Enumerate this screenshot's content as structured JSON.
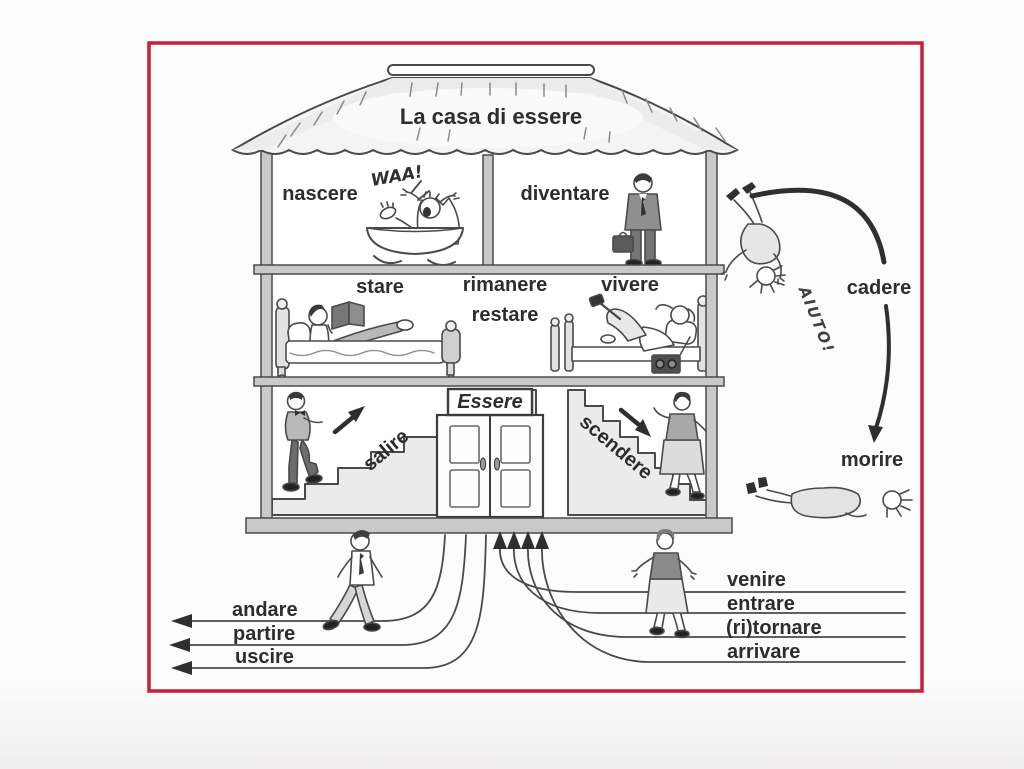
{
  "frame": {
    "border_color": "#c92039"
  },
  "house": {
    "title": "La casa di essere",
    "top_floor": {
      "left_verb": "nascere",
      "baby_cry": "WAA!",
      "right_verb": "diventare"
    },
    "middle_floor": {
      "left_verb": "stare",
      "center_verb_1": "rimanere",
      "center_verb_2": "restare",
      "right_verb": "vivere"
    },
    "ground_floor": {
      "up_verb": "salire",
      "door_sign": "Essere",
      "down_verb": "scendere"
    }
  },
  "outside": {
    "fall_verb": "cadere",
    "cry": "AIUTO!",
    "die_verb": "morire"
  },
  "bottom": {
    "away": [
      "andare",
      "partire",
      "uscire"
    ],
    "toward": [
      "venire",
      "entrare",
      "(ri)tornare",
      "arrivare"
    ]
  }
}
